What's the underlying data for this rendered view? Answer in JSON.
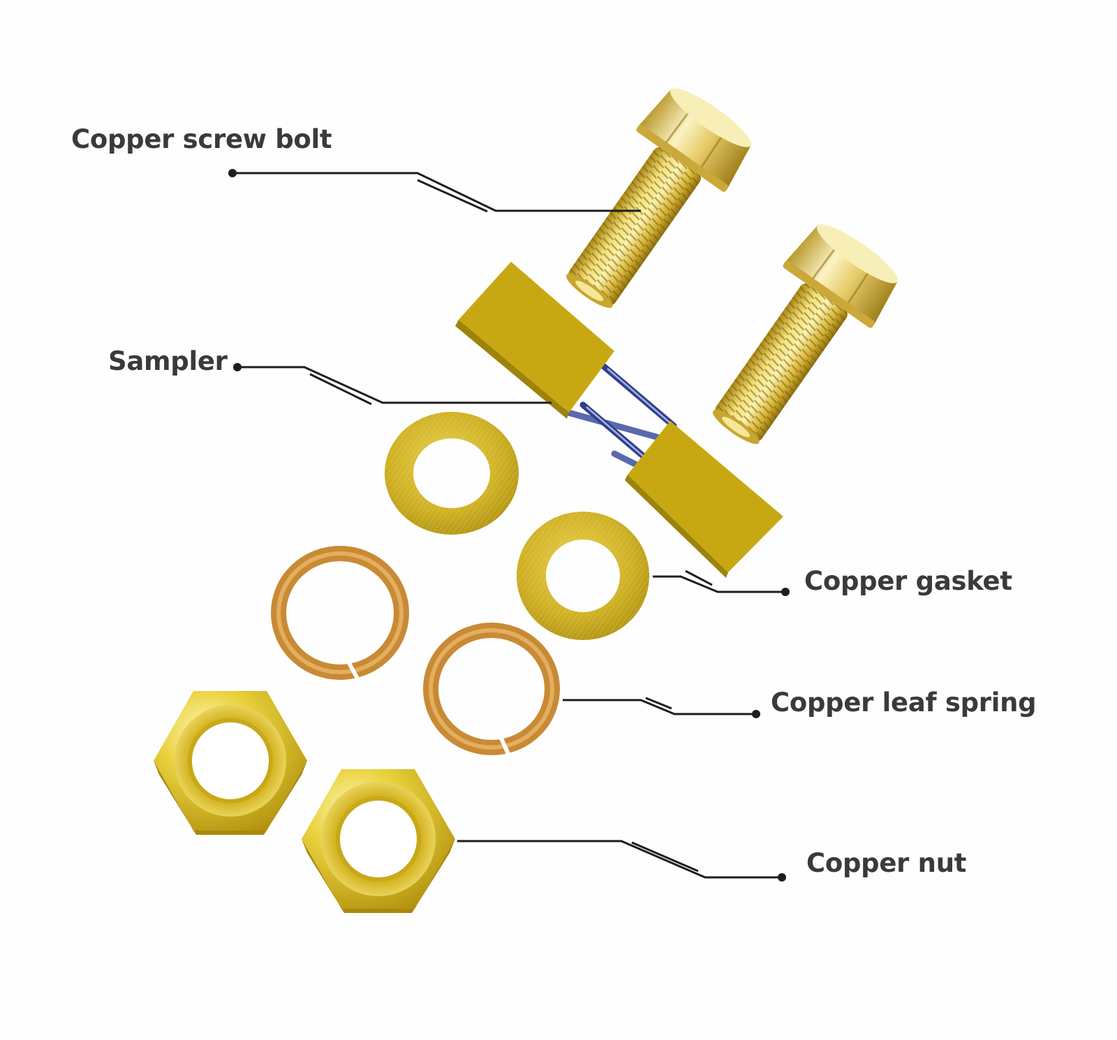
{
  "labels": {
    "screw_bolt": "Copper screw bolt",
    "sampler": "Sampler",
    "gasket": "Copper gasket",
    "leaf_spring": "Copper leaf spring",
    "nut": "Copper nut"
  },
  "colors": {
    "text": "#3a3a3a",
    "leader_line": "#1e1e1e",
    "brass_light": "#f6e98a",
    "brass_mid": "#d9b93a",
    "brass_dark": "#9a7a10",
    "sampler_body": "#c9a811",
    "spring_copper": "#d9993f",
    "resistor_wire": "#3b4fa0"
  },
  "parts": {
    "screw_bolt_count": 2,
    "sampler_count": 1,
    "gasket_count": 2,
    "leaf_spring_count": 2,
    "nut_count": 2
  }
}
